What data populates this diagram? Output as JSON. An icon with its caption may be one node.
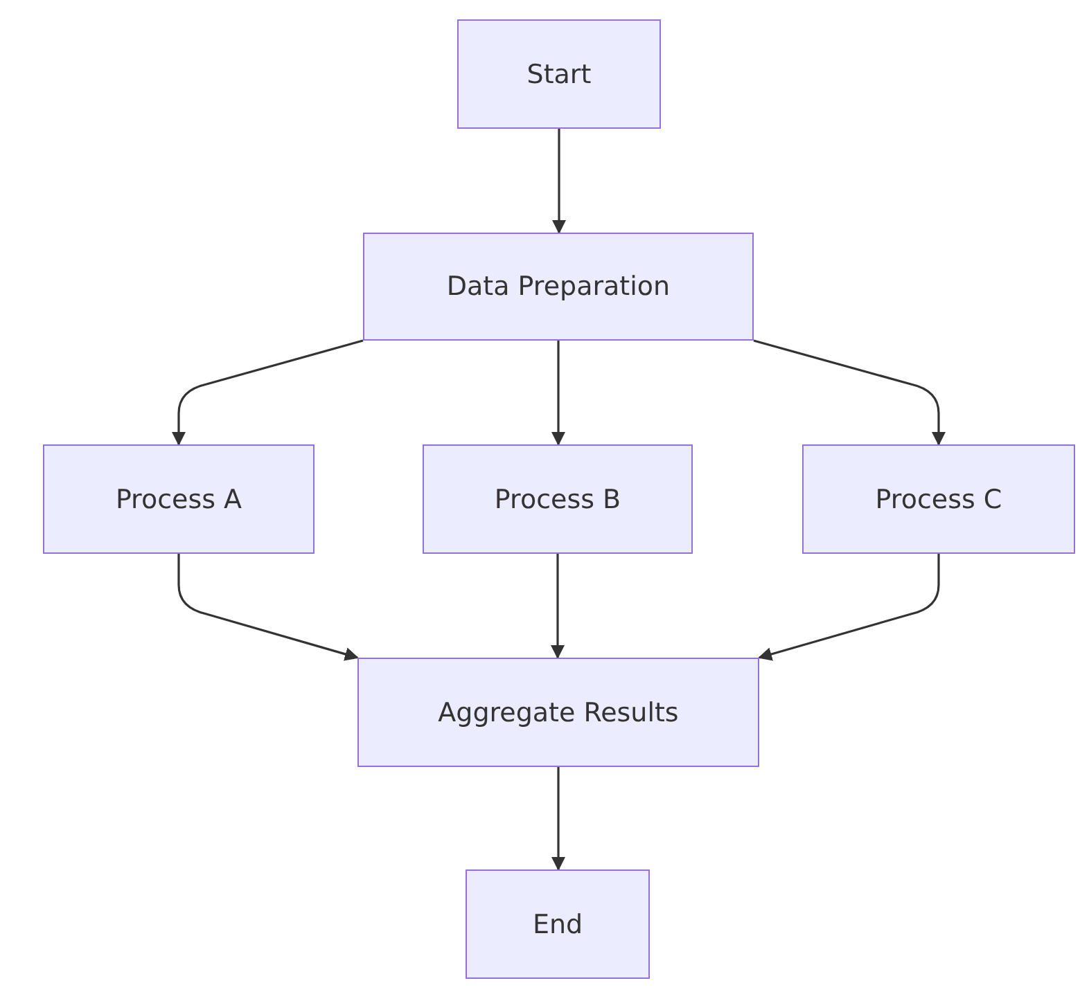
{
  "diagram": {
    "nodes": [
      {
        "text": [
          "Start"
        ]
      },
      {
        "text": [
          "Data Preparation"
        ]
      },
      {
        "text": [
          "Process A"
        ]
      },
      {
        "text": [
          "Process B"
        ]
      },
      {
        "text": [
          "Process C"
        ]
      },
      {
        "text": [
          "Aggregate Results"
        ]
      },
      {
        "text": [
          "End"
        ]
      }
    ],
    "edges": [
      {
        "from": 0,
        "to": 1,
        "arrow": "to"
      },
      {
        "from": 1,
        "to": 2,
        "arrow": "to"
      },
      {
        "from": 1,
        "to": 3,
        "arrow": "to"
      },
      {
        "from": 1,
        "to": 4,
        "arrow": "to"
      },
      {
        "from": 2,
        "to": 5,
        "arrow": "to"
      },
      {
        "from": 3,
        "to": 5,
        "arrow": "to"
      },
      {
        "from": 4,
        "to": 5,
        "arrow": "to"
      },
      {
        "from": 5,
        "to": 6,
        "arrow": "to"
      }
    ]
  }
}
